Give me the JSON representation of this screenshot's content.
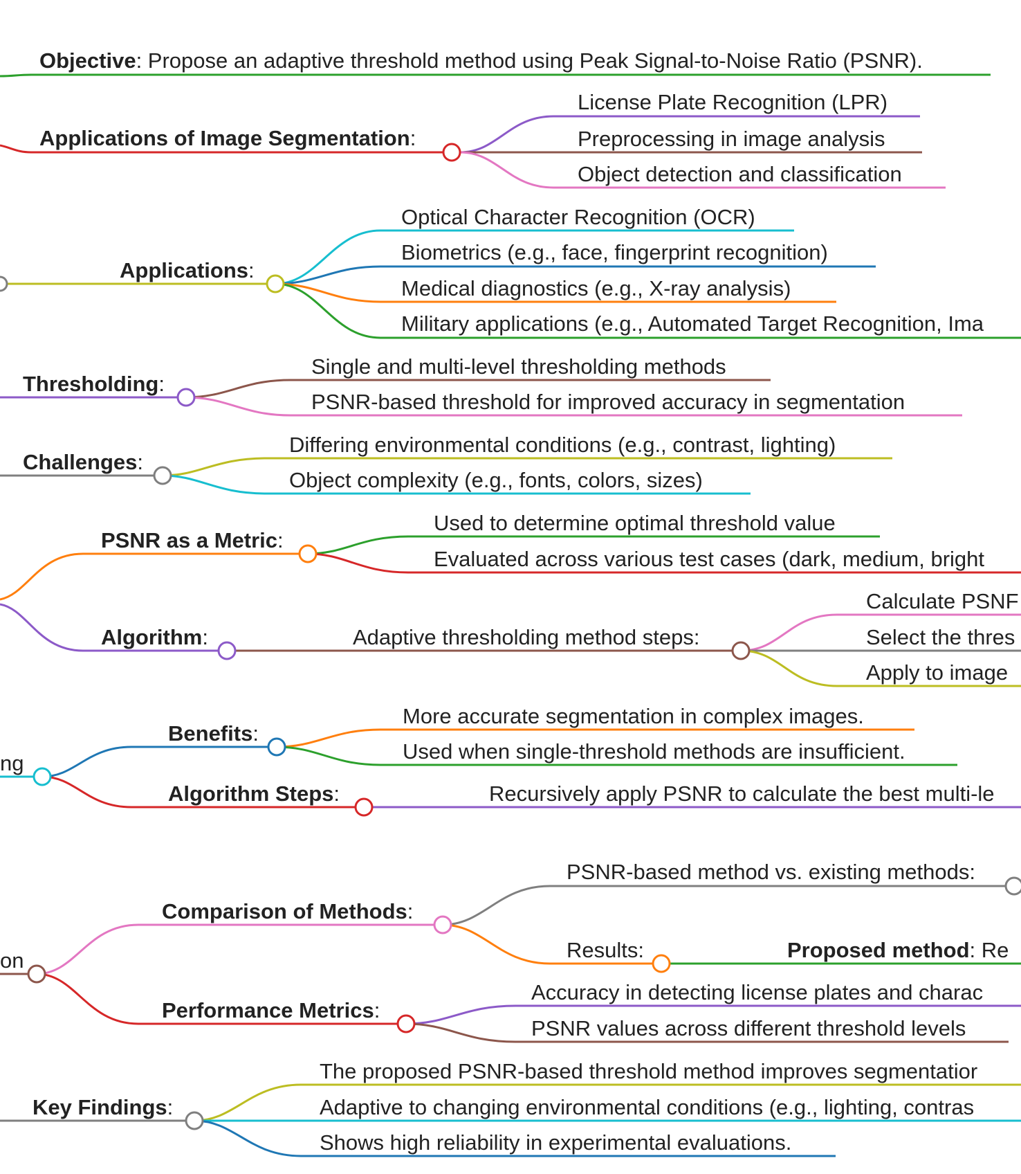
{
  "colors": {
    "green": "#2ca02c",
    "red": "#d62728",
    "purple": "#8c5ac8",
    "brown": "#8c564b",
    "pink": "#e377c2",
    "olive": "#bcbd22",
    "cyan": "#17becf",
    "blue": "#1f77b4",
    "orange": "#ff7f0e",
    "gray": "#7f7f7f"
  },
  "nodes": {
    "objective": {
      "label": "Objective",
      "text": "Propose an adaptive threshold method using Peak Signal-to-Noise Ratio (PSNR)."
    },
    "seg_apps": {
      "label": "Applications of Image Segmentation",
      "items": [
        "License Plate Recognition (LPR)",
        "Preprocessing in image analysis",
        "Object detection and classification"
      ]
    },
    "applications": {
      "label": "Applications",
      "items": [
        "Optical Character Recognition (OCR)",
        "Biometrics (e.g., face, fingerprint recognition)",
        "Medical diagnostics (e.g., X-ray analysis)",
        "Military applications (e.g., Automated Target Recognition, Ima"
      ]
    },
    "thresholding": {
      "label": "Thresholding",
      "items": [
        "Single and multi-level thresholding methods",
        "PSNR-based threshold for improved accuracy in segmentation"
      ]
    },
    "challenges": {
      "label": "Challenges",
      "items": [
        "Differing environmental conditions (e.g., contrast, lighting)",
        "Object complexity (e.g., fonts, colors, sizes)"
      ]
    },
    "psnr_metric": {
      "label": "PSNR as a Metric",
      "items": [
        "Used to determine optimal threshold value",
        "Evaluated across various test cases (dark, medium, bright"
      ]
    },
    "algorithm": {
      "label": "Algorithm",
      "steps_label": "Adaptive thresholding method steps:",
      "items": [
        "Calculate PSNF",
        "Select the thres",
        "Apply to image"
      ]
    },
    "multilevel": {
      "label": "ng"
    },
    "benefits": {
      "label": "Benefits",
      "items": [
        "More accurate segmentation in complex images.",
        "Used when single-threshold methods are insufficient."
      ]
    },
    "algorithm_steps": {
      "label": "Algorithm Steps",
      "text": "Recursively apply PSNR to calculate the best multi-le"
    },
    "evaluation": {
      "label": "on"
    },
    "comparison": {
      "label": "Comparison of Methods",
      "vs_text": "PSNR-based method vs. existing methods:",
      "results_label": "Results:",
      "proposed_label": "Proposed method",
      "proposed_text": "Re"
    },
    "performance": {
      "label": "Performance Metrics",
      "items": [
        "Accuracy in detecting license plates and charac",
        "PSNR values across different threshold levels"
      ]
    },
    "key_findings": {
      "label": "Key Findings",
      "items": [
        "The proposed PSNR-based threshold method improves segmentatior",
        "Adaptive to changing environmental conditions (e.g., lighting, contras",
        "Shows high reliability in experimental evaluations."
      ]
    }
  }
}
